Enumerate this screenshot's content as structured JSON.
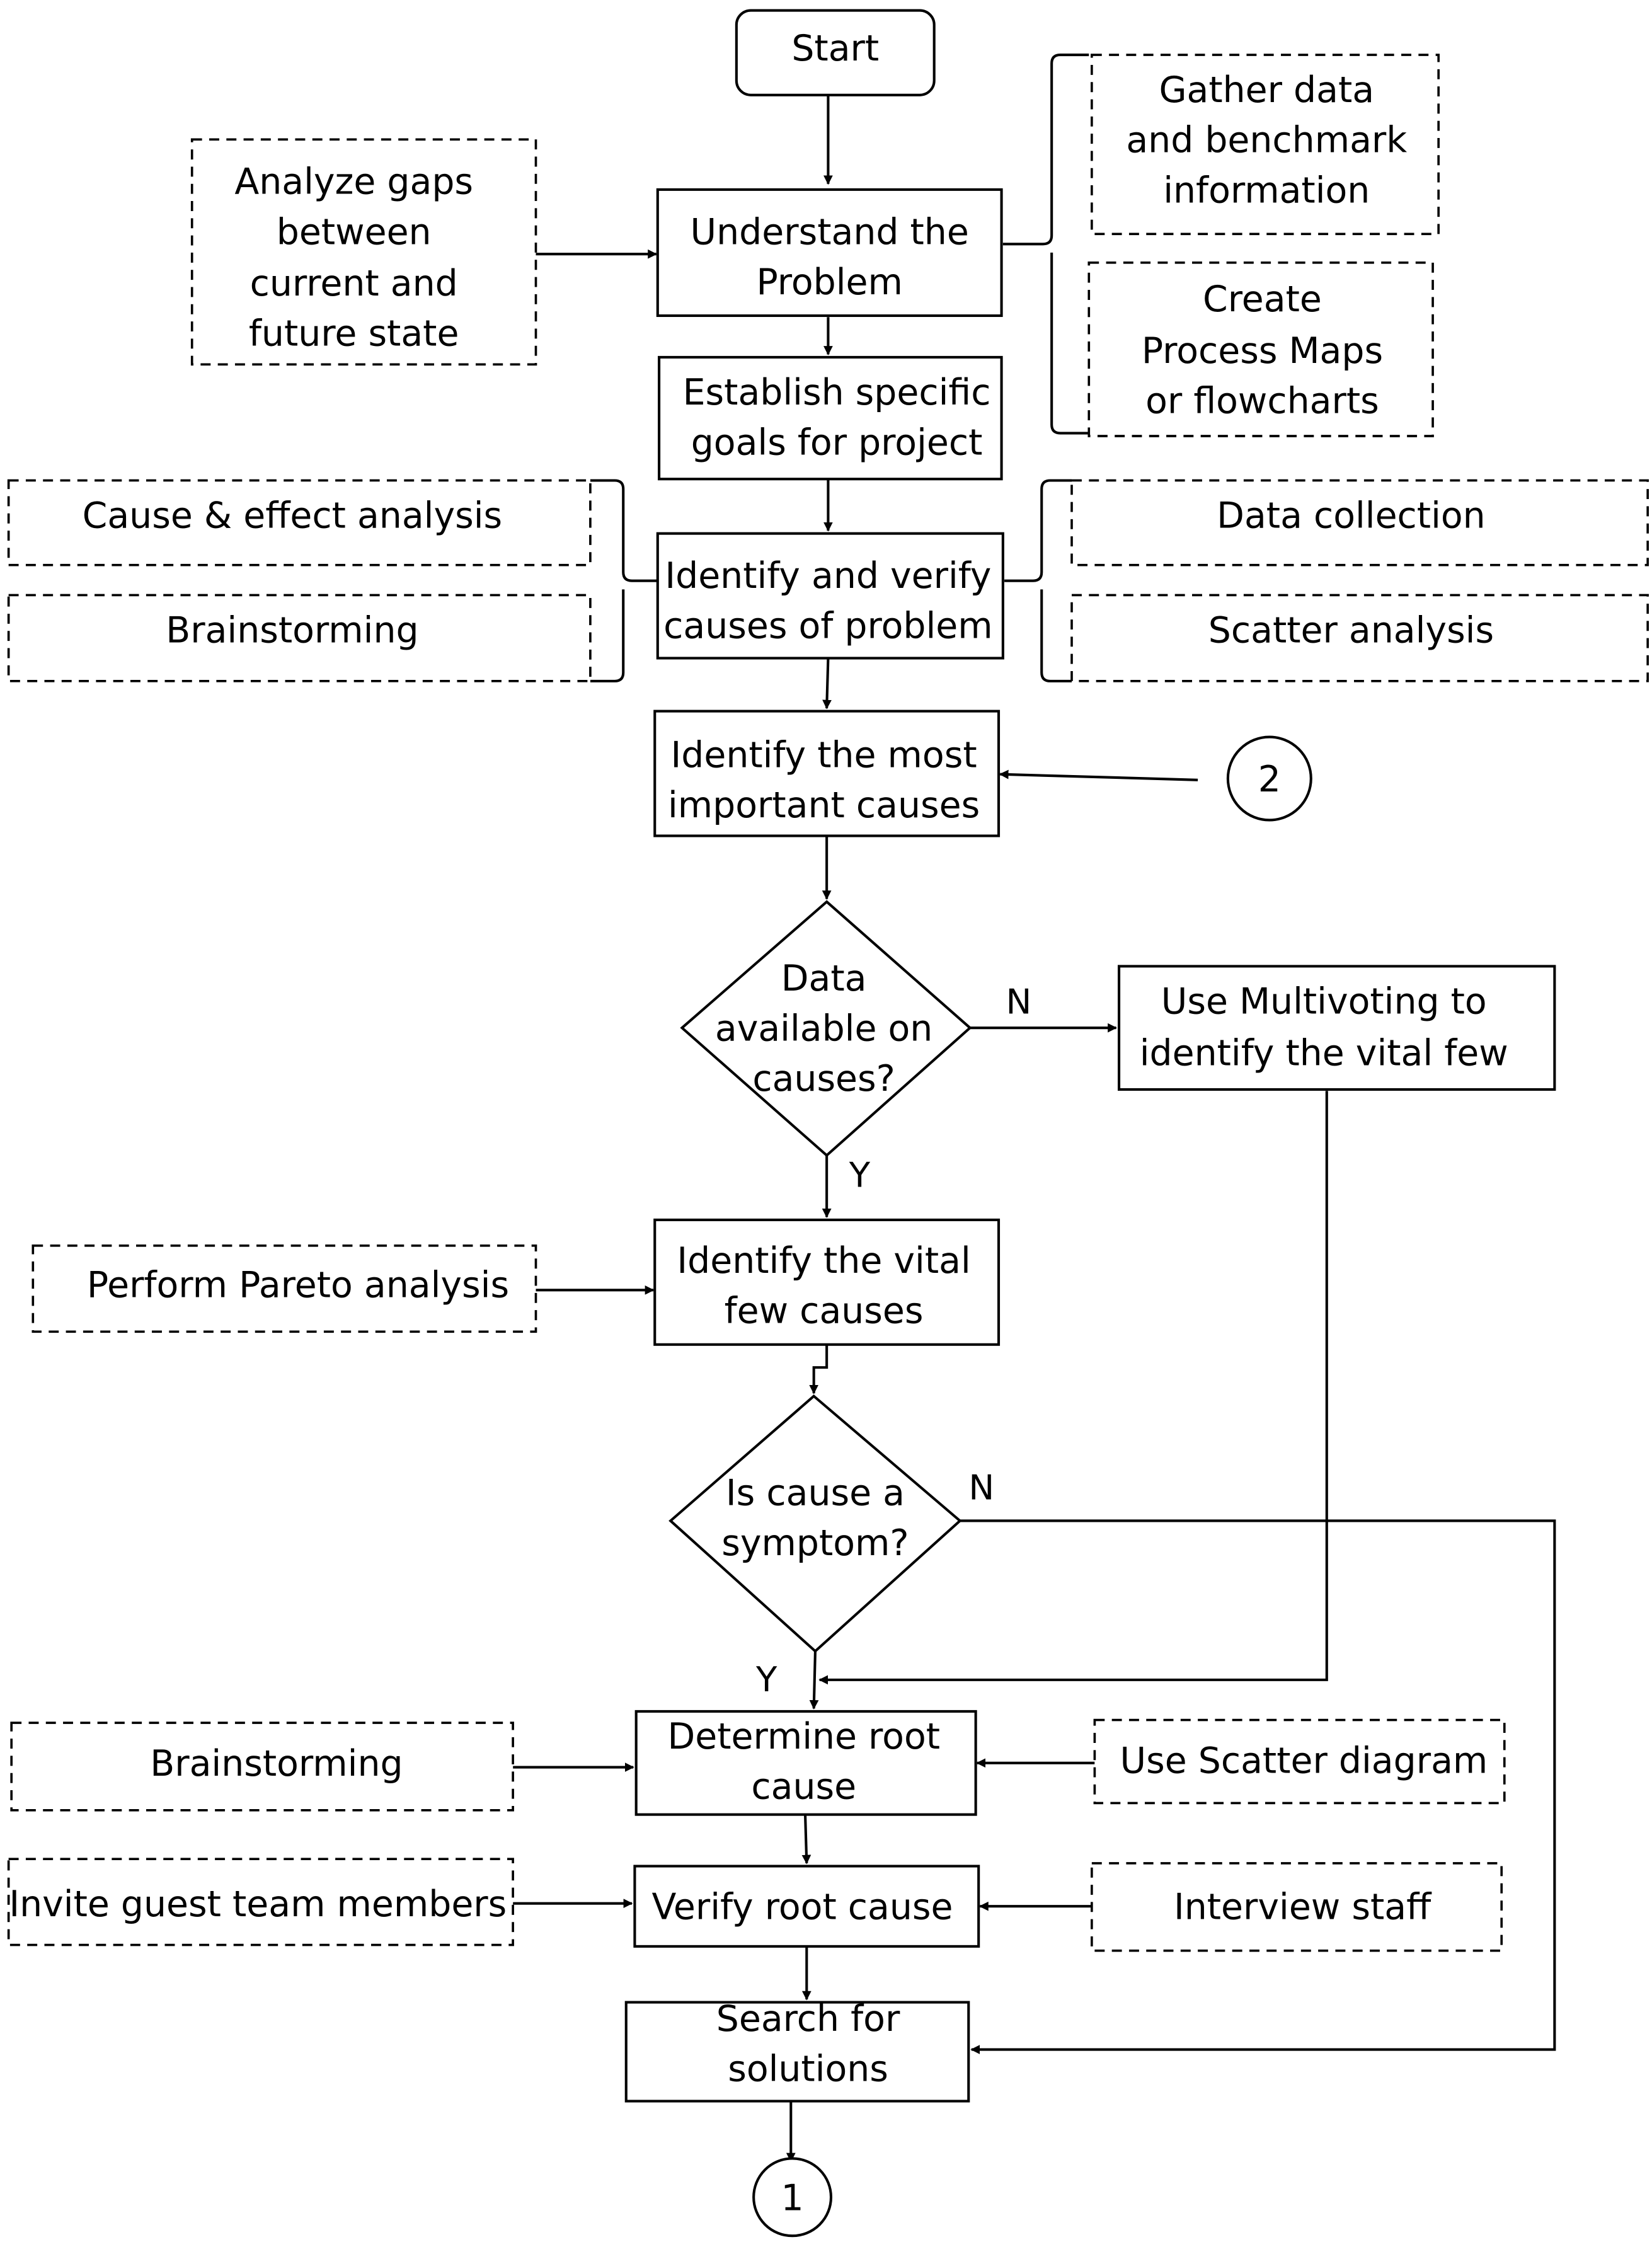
{
  "nodes": {
    "start": [
      "Start"
    ],
    "understand_problem": [
      "Understand the",
      "Problem"
    ],
    "establish_goals": [
      "Establish specific",
      "goals for project"
    ],
    "identify_verify_causes": [
      "Identify and verify",
      "causes of problem"
    ],
    "identify_important_causes": [
      "Identify the most",
      "important causes"
    ],
    "data_available": [
      "Data",
      "available on",
      "causes?"
    ],
    "use_multivoting": [
      "Use Multivoting to",
      "identify the vital few"
    ],
    "identify_vital_few": [
      "Identify the vital",
      "few causes"
    ],
    "cause_symptom": [
      "Is cause a",
      "symptom?"
    ],
    "determine_root_cause": [
      "Determine root",
      "cause"
    ],
    "verify_root_cause": [
      "Verify root cause"
    ],
    "search_solutions": [
      "Search for",
      "solutions"
    ]
  },
  "notes": {
    "analyze_gaps": [
      "Analyze gaps",
      "between",
      "current and",
      "future state"
    ],
    "gather_data": [
      "Gather data",
      "and benchmark",
      "information"
    ],
    "create_process_maps": [
      "Create",
      "Process Maps",
      "or flowcharts"
    ],
    "cause_effect": [
      "Cause & effect analysis"
    ],
    "brainstorming_1": [
      "Brainstorming"
    ],
    "data_collection": [
      "Data collection"
    ],
    "scatter_analysis": [
      "Scatter analysis"
    ],
    "pareto": [
      "Perform Pareto analysis"
    ],
    "brainstorming_2": [
      "Brainstorming"
    ],
    "scatter_diagram": [
      "Use Scatter diagram"
    ],
    "invite_guests": [
      "Invite guest team members"
    ],
    "interview_staff": [
      "Interview staff"
    ]
  },
  "connectors": {
    "two": "2",
    "one": "1"
  },
  "edge_labels": {
    "data_no": "N",
    "data_yes": "Y",
    "symptom_no": "N",
    "symptom_yes": "Y"
  }
}
